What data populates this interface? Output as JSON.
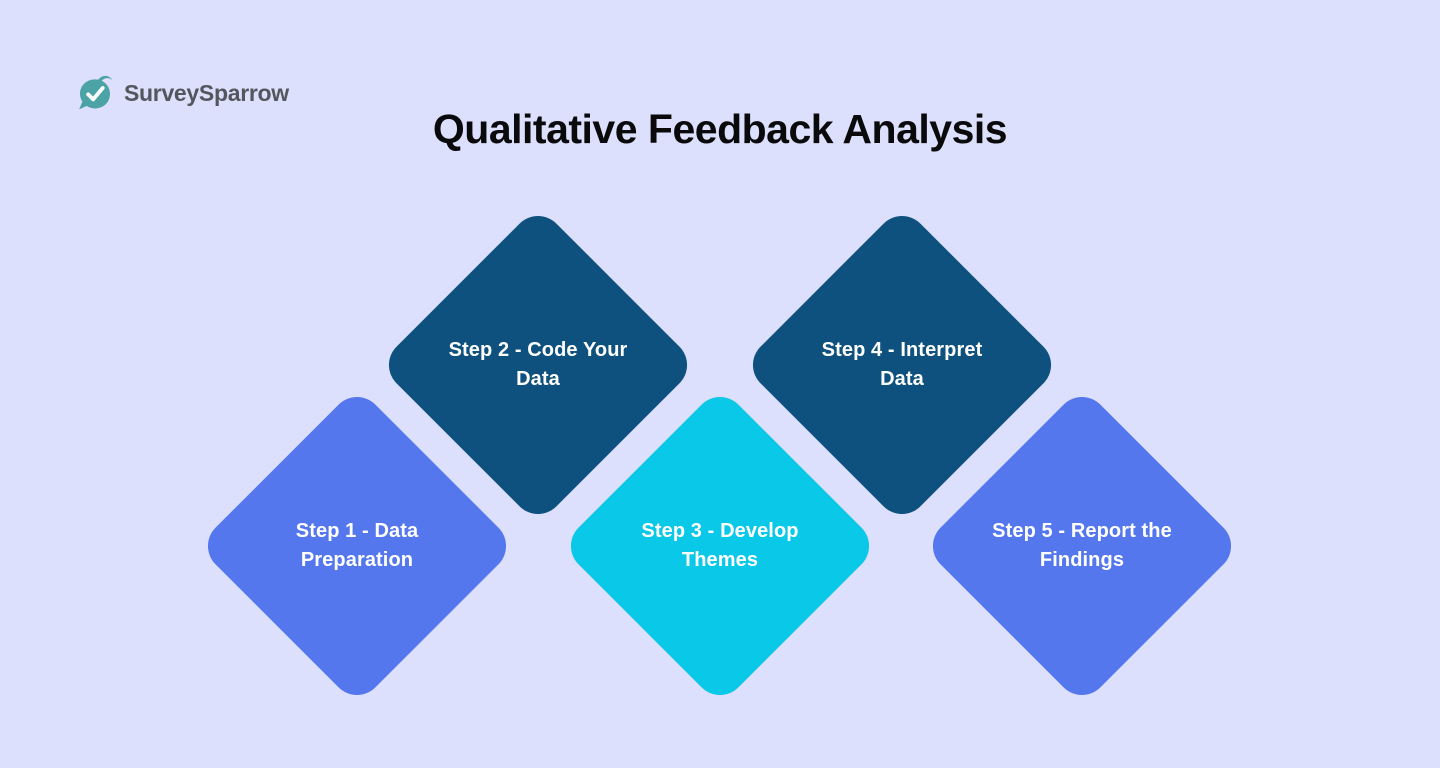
{
  "page": {
    "title": "Qualitative Feedback Analysis",
    "background_color": "#dce0fc",
    "title_color": "#0a0a0c"
  },
  "logo": {
    "brand": "SurveySparrow",
    "icon": "surveysparrow-bird-check-icon",
    "icon_color": "#4ba3a6",
    "text_color": "#54565e"
  },
  "diagram": {
    "type": "process-steps-diamonds",
    "step_text_color": "#ffffff",
    "steps": [
      {
        "id": 1,
        "label": "Step 1 - Data\nPreparation",
        "color": "#5577ee",
        "position": "lower-left"
      },
      {
        "id": 2,
        "label": "Step 2 - Code Your\nData",
        "color": "#0e517e",
        "position": "upper-left"
      },
      {
        "id": 3,
        "label": "Step 3 - Develop\nThemes",
        "color": "#09c8e8",
        "position": "lower-center"
      },
      {
        "id": 4,
        "label": "Step 4 - Interpret\nData",
        "color": "#0e517e",
        "position": "upper-right"
      },
      {
        "id": 5,
        "label": "Step 5 - Report the\nFindings",
        "color": "#5577ee",
        "position": "lower-right"
      }
    ]
  }
}
